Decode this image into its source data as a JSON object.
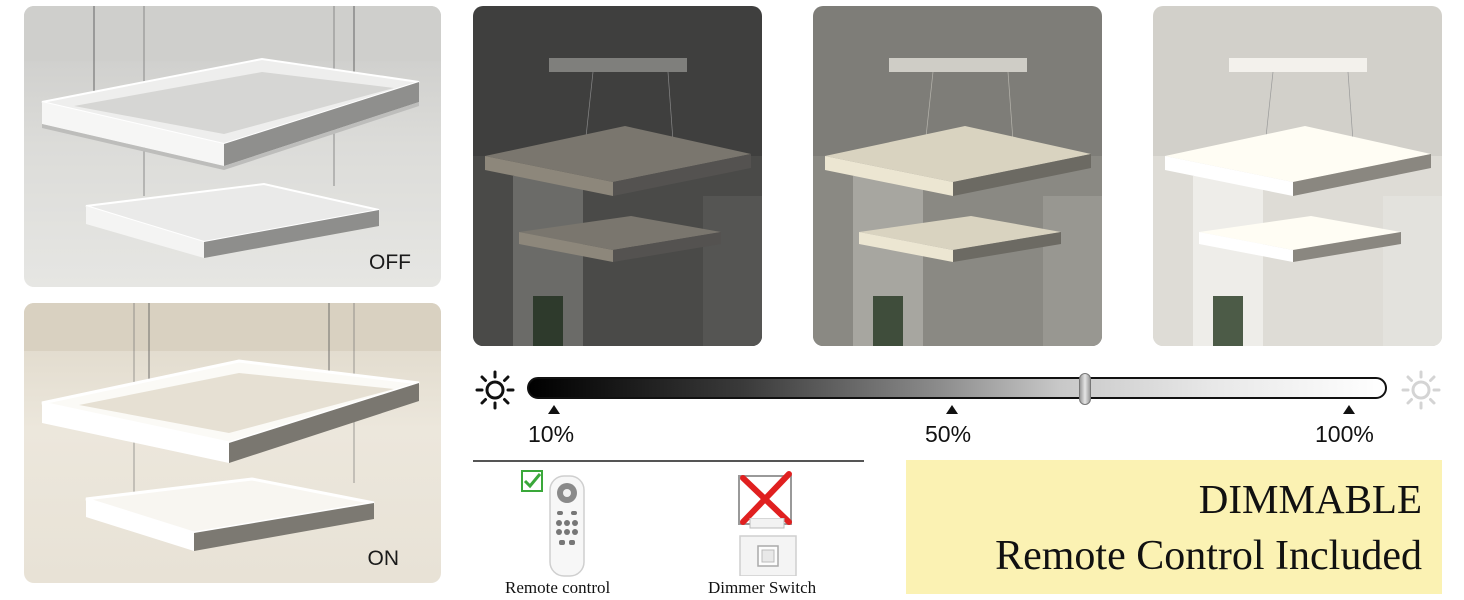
{
  "panels": {
    "off": {
      "label": "OFF"
    },
    "on": {
      "label": "ON"
    }
  },
  "dimmer": {
    "level": 0.65,
    "ticks": [
      {
        "label": "10%"
      },
      {
        "label": "50%"
      },
      {
        "label": "100%"
      }
    ],
    "low_icon": "sun-dim-icon",
    "high_icon": "sun-bright-icon"
  },
  "controls": {
    "remote": {
      "caption": "Remote control",
      "status": "supported",
      "icon": "check-icon"
    },
    "switch": {
      "caption": "Dimmer Switch",
      "status": "not-supported",
      "icon": "cross-icon"
    }
  },
  "promo": {
    "heading": "DIMMABLE",
    "subheading": "Remote Control Included",
    "background": "#fbf2b3"
  },
  "colors": {
    "check_green": "#3aa83a",
    "cross_red": "#e02020"
  }
}
